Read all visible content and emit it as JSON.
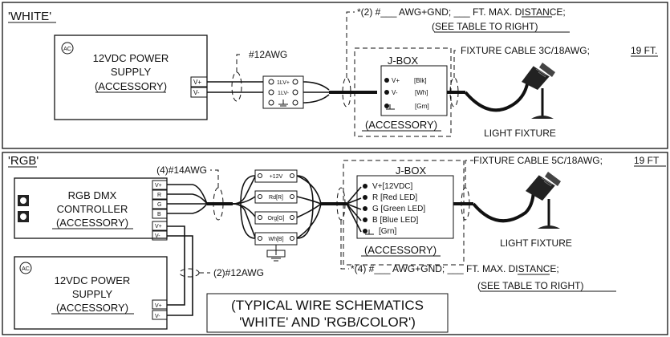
{
  "white": {
    "title": "'WHITE'",
    "power_supply": {
      "line1": "12VDC POWER",
      "line2": "SUPPLY",
      "line3": "(ACCESSORY)",
      "ac": "AC",
      "v_plus": "V+",
      "v_minus": "V-"
    },
    "wire_label": "#12AWG",
    "terminal": {
      "t1": "1LV+",
      "t2": "1LV-"
    },
    "note_line1": "*(2) #___ AWG+GND; ___ FT. MAX. DISTANCE;",
    "note_line2": "(SEE TABLE TO RIGHT)",
    "jbox": {
      "title": "J-BOX",
      "r1": "V+",
      "r2": "V-",
      "c1": "[Blk]",
      "c2": "[Wh]",
      "c3": "[Grn]",
      "accessory": "(ACCESSORY)"
    },
    "fixture_cable": "FIXTURE CABLE 3C/18AWG;",
    "fixture_len": "19 FT.",
    "fixture_label": "LIGHT FIXTURE"
  },
  "rgb": {
    "title": "'RGB'",
    "wire_label": "(4)#14AWG",
    "controller": {
      "line1": "RGB DMX",
      "line2": "CONTROLLER",
      "line3": "(ACCESSORY)",
      "pins": [
        "V+",
        "R",
        "G",
        "B"
      ],
      "pwr_pins": [
        "V+",
        "V-"
      ]
    },
    "terminals": [
      "+12V",
      "Rd[R]",
      "Org[G]",
      "Wh[B]"
    ],
    "jbox": {
      "title": "J-BOX",
      "rows": [
        "V+[12VDC]",
        "R [Red LED]",
        "G [Green LED]",
        "B [Blue LED]",
        "[Grn]"
      ],
      "accessory": "(ACCESSORY)"
    },
    "fixture_cable": "FIXTURE CABLE 5C/18AWG;",
    "fixture_len": "19 FT",
    "fixture_label": "LIGHT FIXTURE",
    "power_supply": {
      "line1": "12VDC POWER",
      "line2": "SUPPLY",
      "line3": "(ACCESSORY)",
      "ac": "AC",
      "v_plus": "V+",
      "v_minus": "V-"
    },
    "pwr_wire_label": "(2)#12AWG",
    "note_line1": "*(4) #___ AWG+GND; ___ FT. MAX. DISTANCE;",
    "note_line2": "(SEE TABLE TO RIGHT)",
    "typical_line1": "(TYPICAL WIRE SCHEMATICS",
    "typical_line2": "'WHITE' AND 'RGB/COLOR')"
  }
}
